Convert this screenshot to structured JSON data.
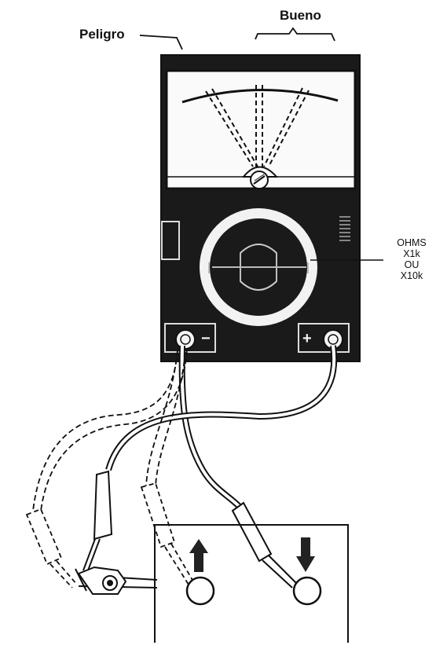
{
  "labels": {
    "danger": "Peligro",
    "good": "Bueno"
  },
  "range_note": {
    "line1": "OHMS",
    "line2": "X1k",
    "line3": "OU",
    "line4": "X10k"
  },
  "terminals": {
    "negative": "−",
    "positive": "+"
  },
  "colors": {
    "ink": "#111111",
    "meter_body": "#1b1b1b",
    "paper": "#ffffff"
  }
}
